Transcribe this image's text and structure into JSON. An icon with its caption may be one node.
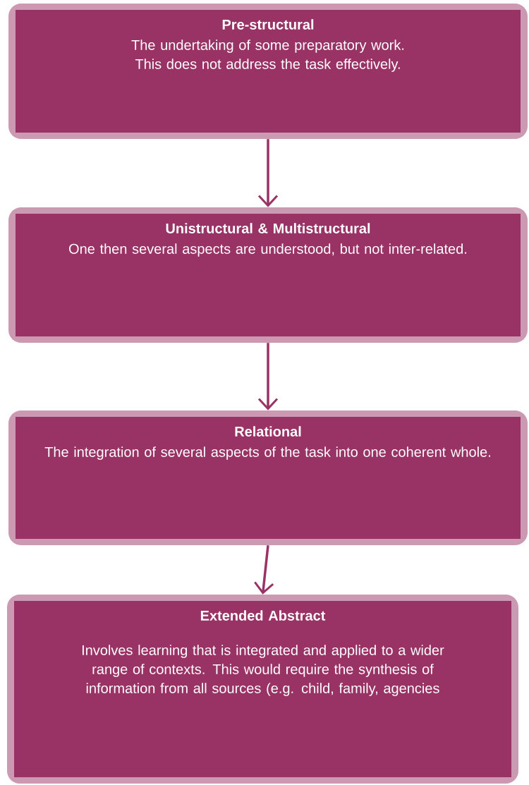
{
  "diagram": {
    "nodes": [
      {
        "text": [
          "Pre-structural",
          "The undertaking of some preparatory work. This does not address the task effectively."
        ]
      },
      {
        "text": [
          "Unistructural & Multistructural",
          "One then several aspects are understood, but not inter-related."
        ]
      },
      {
        "text": [
          "Relational",
          "The integration of several aspects of the task into one coherent whole."
        ]
      },
      {
        "text": [
          "Extended Abstract",
          "Involves learning that is integrated and applied to a wider range of contexts.  This would require the synthesis of information from all sources (e.g. child, family, agencies"
        ]
      }
    ],
    "edges": [
      {
        "from": 0,
        "to": 1,
        "arrow": "to"
      },
      {
        "from": 1,
        "to": 2,
        "arrow": "to"
      },
      {
        "from": 2,
        "to": 3,
        "arrow": "to"
      }
    ]
  }
}
